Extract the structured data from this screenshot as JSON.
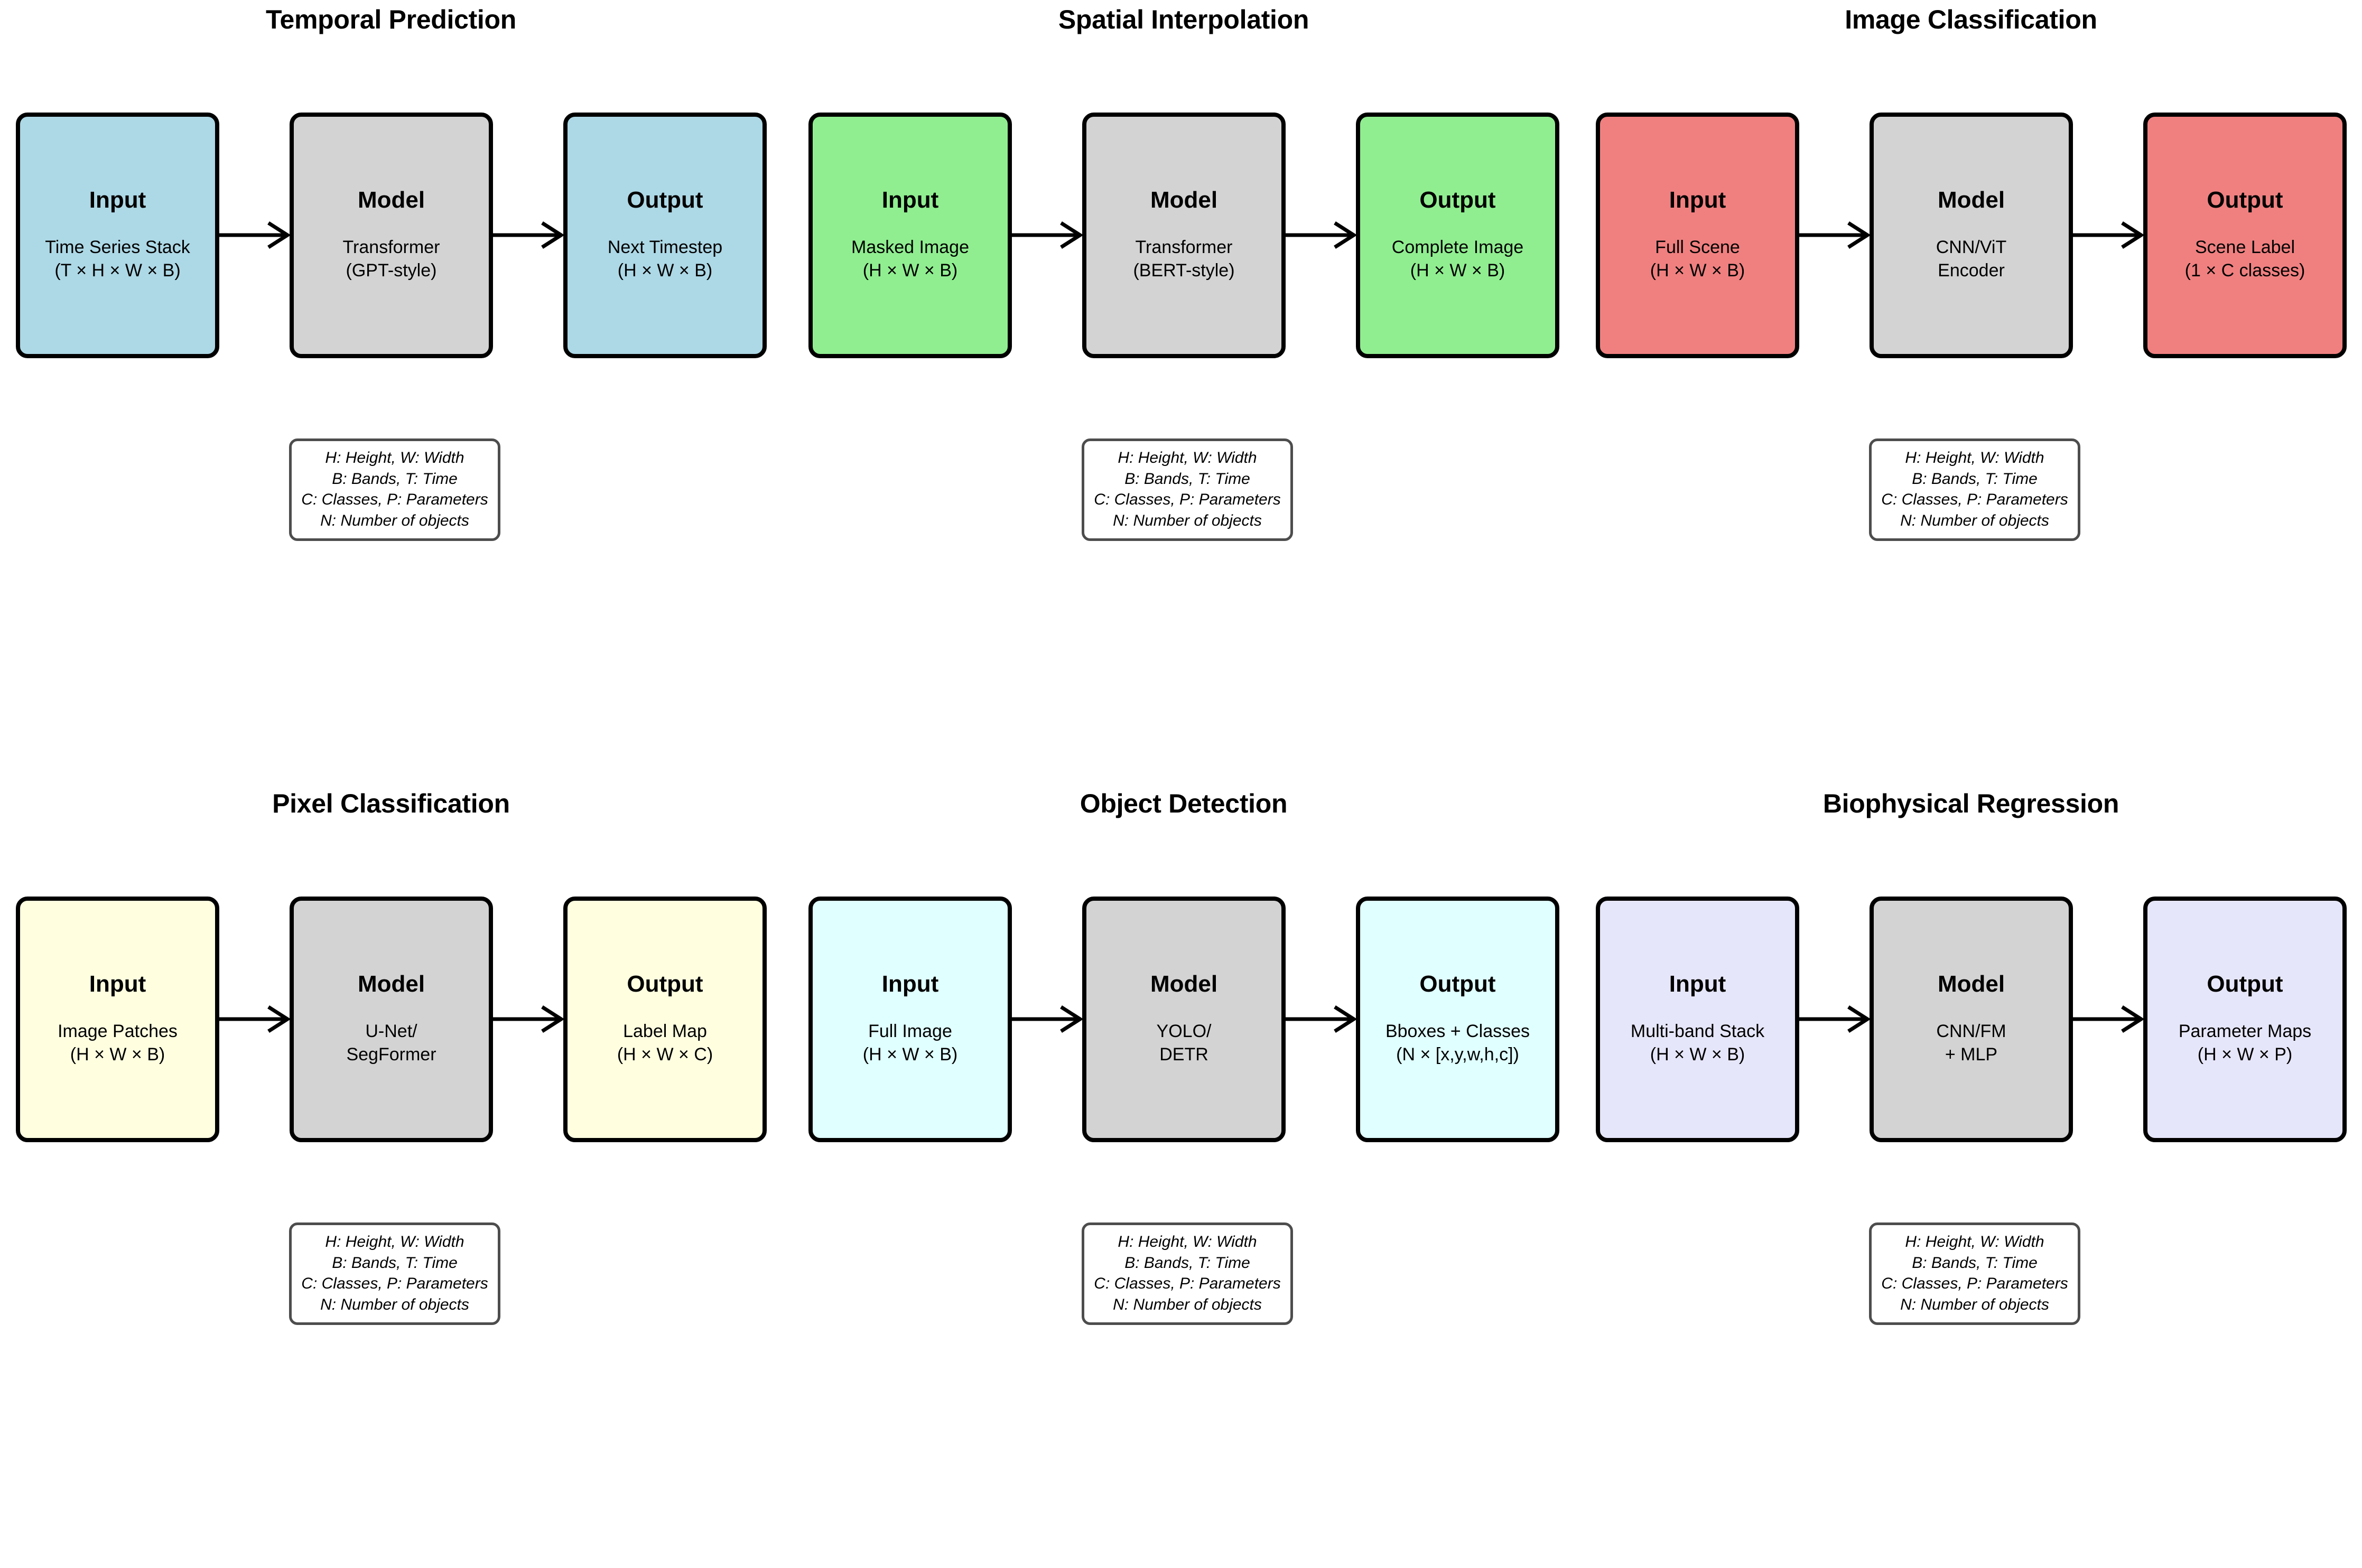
{
  "figure": {
    "layout": "2 rows x 3 columns of task pipeline diagrams",
    "node_roles": {
      "input": "Input",
      "model": "Model",
      "output": "Output"
    },
    "model_fill": "#d3d3d3",
    "border_color": "#000000",
    "legend_border": "#4d4d4d",
    "background": "#ffffff"
  },
  "legend": {
    "lines": [
      "H: Height, W: Width",
      "B: Bands, T: Time",
      "C: Classes, P: Parameters",
      "N: Number of objects"
    ]
  },
  "panels": [
    {
      "title": "Temporal Prediction",
      "accent": "#add8e6",
      "nodes": [
        {
          "role": "Input",
          "desc": "Time Series Stack\n(T × H × W × B)",
          "fill": "#add8e6"
        },
        {
          "role": "Model",
          "desc": "Transformer\n(GPT-style)",
          "fill": "#d3d3d3"
        },
        {
          "role": "Output",
          "desc": "Next Timestep\n(H × W × B)",
          "fill": "#add8e6"
        }
      ]
    },
    {
      "title": "Spatial Interpolation",
      "accent": "#90ee90",
      "nodes": [
        {
          "role": "Input",
          "desc": "Masked Image\n(H × W × B)",
          "fill": "#90ee90"
        },
        {
          "role": "Model",
          "desc": "Transformer\n(BERT-style)",
          "fill": "#d3d3d3"
        },
        {
          "role": "Output",
          "desc": "Complete Image\n(H × W × B)",
          "fill": "#90ee90"
        }
      ]
    },
    {
      "title": "Image Classification",
      "accent": "#f08080",
      "nodes": [
        {
          "role": "Input",
          "desc": "Full Scene\n(H × W × B)",
          "fill": "#f08080"
        },
        {
          "role": "Model",
          "desc": "CNN/ViT\nEncoder",
          "fill": "#d3d3d3"
        },
        {
          "role": "Output",
          "desc": "Scene Label\n(1 × C classes)",
          "fill": "#f08080"
        }
      ]
    },
    {
      "title": "Pixel Classification",
      "accent": "#ffffe0",
      "nodes": [
        {
          "role": "Input",
          "desc": "Image Patches\n(H × W × B)",
          "fill": "#ffffe0"
        },
        {
          "role": "Model",
          "desc": "U-Net/\nSegFormer",
          "fill": "#d3d3d3"
        },
        {
          "role": "Output",
          "desc": "Label Map\n(H × W × C)",
          "fill": "#ffffe0"
        }
      ]
    },
    {
      "title": "Object Detection",
      "accent": "#e0ffff",
      "nodes": [
        {
          "role": "Input",
          "desc": "Full Image\n(H × W × B)",
          "fill": "#e0ffff"
        },
        {
          "role": "Model",
          "desc": "YOLO/\nDETR",
          "fill": "#d3d3d3"
        },
        {
          "role": "Output",
          "desc": "Bboxes + Classes\n(N × [x,y,w,h,c])",
          "fill": "#e0ffff"
        }
      ]
    },
    {
      "title": "Biophysical Regression",
      "accent": "#e6e6fa",
      "nodes": [
        {
          "role": "Input",
          "desc": "Multi-band Stack\n(H × W × B)",
          "fill": "#e6e6fa"
        },
        {
          "role": "Model",
          "desc": "CNN/FM\n+ MLP",
          "fill": "#d3d3d3"
        },
        {
          "role": "Output",
          "desc": "Parameter Maps\n(H × W × P)",
          "fill": "#e6e6fa"
        }
      ]
    }
  ]
}
